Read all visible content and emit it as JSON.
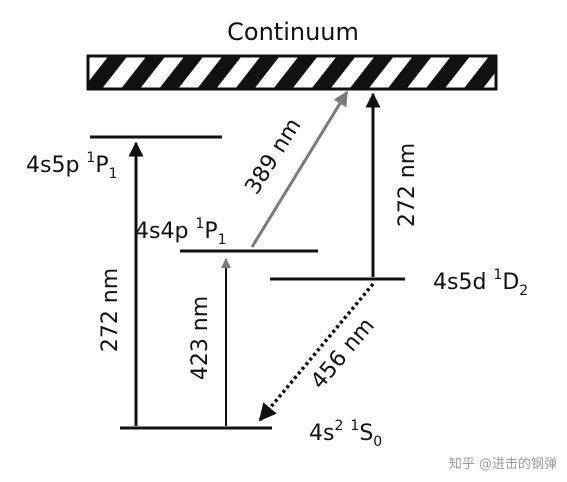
{
  "continuum": {
    "label": "Continuum"
  },
  "levels": {
    "s5p": {
      "config": "4s5p ",
      "sup": "1",
      "term": "P",
      "sub": "1"
    },
    "s4p": {
      "config": "4s4p ",
      "sup": "1",
      "term": "P",
      "sub": "1"
    },
    "s5d": {
      "config": "4s5d ",
      "sup": "1",
      "term": "D",
      "sub": "2"
    },
    "ground": {
      "config": "4s",
      "sup1": "2",
      "space": " ",
      "sup2": "1",
      "term": "S",
      "sub": "0"
    }
  },
  "transitions": {
    "t272_left": "272 nm",
    "t423": "423 nm",
    "t389": "389 nm",
    "t272_right": "272 nm",
    "t456": "456 nm"
  },
  "watermark": "知乎 @进击的钢弹",
  "colors": {
    "ink": "#111111",
    "arrow_gray": "#7a7a7a",
    "watermark": "#9a9a9a"
  }
}
